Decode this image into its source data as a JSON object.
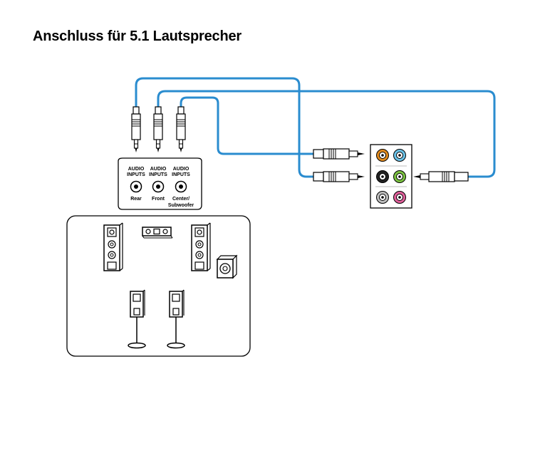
{
  "title": "Anschluss für 5.1 Lautsprecher",
  "inputs": [
    {
      "line1": "AUDIO",
      "line2": "INPUTS",
      "name": "Rear"
    },
    {
      "line1": "AUDIO",
      "line2": "INPUTS",
      "name": "Front"
    },
    {
      "line1": "AUDIO",
      "line2": "INPUTS",
      "name1": "Center/",
      "name2": "Subwoofer"
    }
  ],
  "ports": {
    "colors": {
      "orange": "#e08a1e",
      "blue": "#6cc3e8",
      "black": "#222222",
      "green": "#7cc242",
      "gray": "#bdbdbd",
      "pink": "#e0609a"
    }
  },
  "cable_color": "#2a8ccf"
}
